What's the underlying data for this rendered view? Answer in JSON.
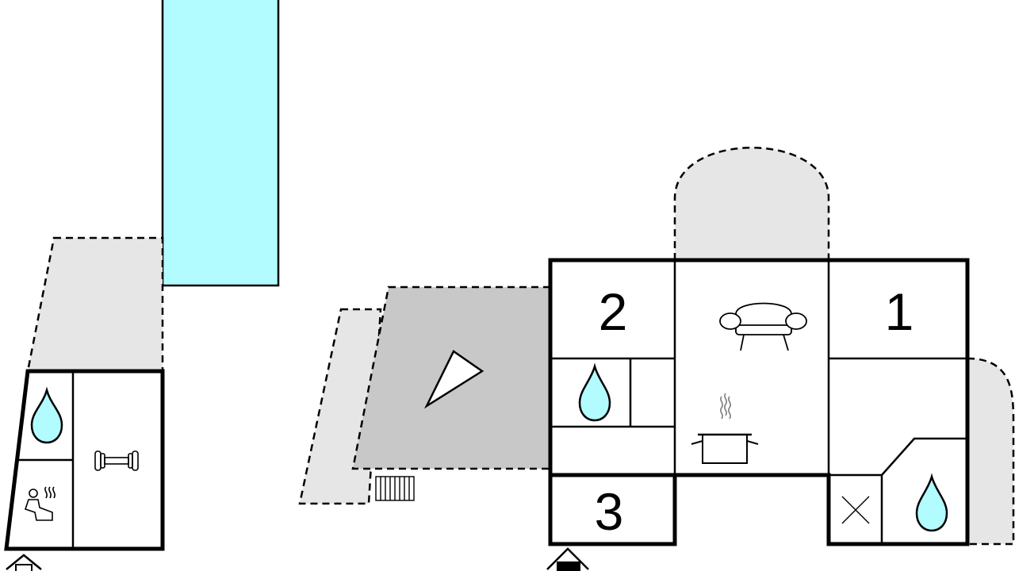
{
  "floorplan": {
    "colors": {
      "pool": "#b2fbff",
      "wall": "#000000",
      "terrace": "#e6e6e6",
      "covered_terrace": "#c8c8c8",
      "water": "#b2fbff"
    },
    "rooms": [
      {
        "label": "1",
        "type": "bedroom"
      },
      {
        "label": "2",
        "type": "bedroom"
      },
      {
        "label": "3",
        "type": "bedroom"
      }
    ],
    "icons": [
      "pool",
      "terrace",
      "covered-terrace",
      "bathroom-drop-icon",
      "sauna-icon",
      "fitness-dumbbell-icon",
      "sofa-icon",
      "kitchen-pot-icon",
      "toilet-x-icon",
      "radiator-icon",
      "barbecue-icon",
      "entrance-arrow-icon"
    ]
  }
}
